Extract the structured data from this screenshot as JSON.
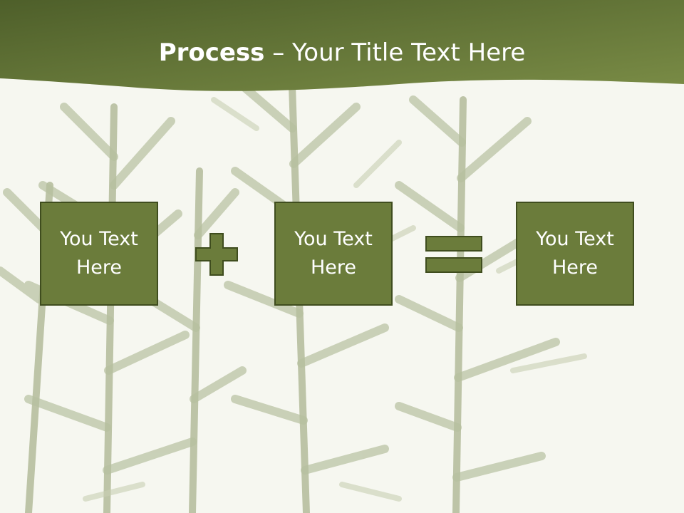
{
  "slide": {
    "title_bold": "Process",
    "title_rest": " – Your Title Text Here",
    "boxes": [
      {
        "text": "You Text Here"
      },
      {
        "text": "You Text Here"
      },
      {
        "text": "You Text Here"
      }
    ],
    "operators": [
      "plus-icon",
      "equals-icon"
    ]
  },
  "colors": {
    "header_dark": "#4e5f2a",
    "header_light": "#7a8c46",
    "box_fill": "#6b7c3b",
    "box_border": "#3f4d1e",
    "background": "#f6f7f0",
    "text": "#ffffff"
  }
}
